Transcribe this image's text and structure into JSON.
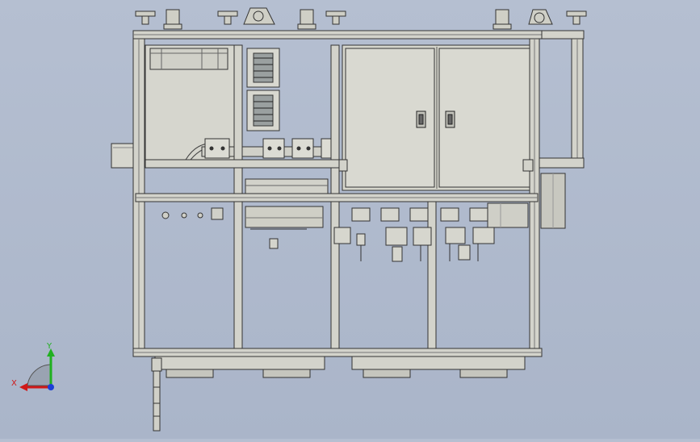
{
  "viewport": {
    "view_name": "front",
    "background_color": "#b0bbcd"
  },
  "axes": {
    "x_label": "X",
    "y_label": "Y",
    "x_color": "#d01818",
    "y_color": "#20b020",
    "z_color": "#1b3fd6"
  },
  "model": {
    "frame_color": "#d3d3cb",
    "panel_color": "#d8d8d0",
    "line_color": "#3a3a3a"
  }
}
